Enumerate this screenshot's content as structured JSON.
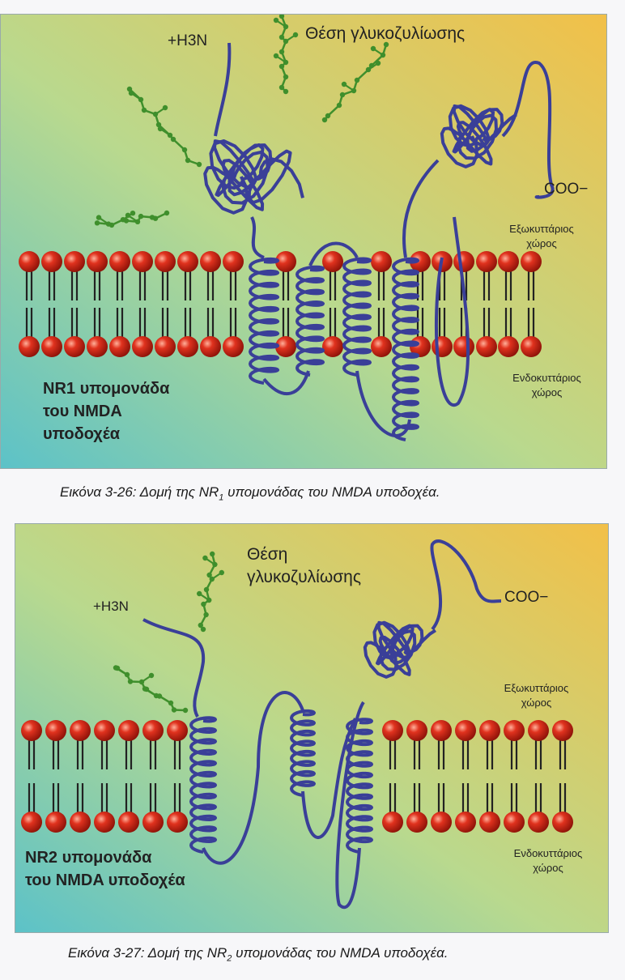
{
  "figure1": {
    "n_label": "+H3N",
    "c_label": "COO−",
    "glyco_label": "Θέση γλυκοζυλίωσης",
    "extra_line1": "Εξωκυττάριος",
    "extra_line2": "χώρος",
    "intra_line1": "Ενδοκυττάριος",
    "intra_line2": "χώρος",
    "subunit_line1": "NR1 υπομονάδα",
    "subunit_line2": "του NMDA",
    "subunit_line3": "υποδοχέα",
    "caption_pre": "Εικόνα 3-26: Δομή της NR",
    "caption_sub": "1",
    "caption_post": " υπομονάδας του NMDA υποδοχέα."
  },
  "figure2": {
    "n_label": "+H3N",
    "c_label": "COO−",
    "glyco_line1": "Θέση",
    "glyco_line2": "γλυκοζυλίωσης",
    "extra_line1": "Εξωκυττάριος",
    "extra_line2": "χώρος",
    "intra_line1": "Ενδοκυττάριος",
    "intra_line2": "χώρος",
    "subunit_line1": "NR2 υπομονάδα",
    "subunit_line2": "του NMDA υποδοχέα",
    "caption_pre": "Εικόνα 3-27: Δομή της NR",
    "caption_sub": "2",
    "caption_post": " υπομονάδας του NMDA υποδοχέα."
  },
  "colors": {
    "protein": "#3a3f98",
    "glycan": "#3f8f2c",
    "lipid_head": "#d42a1c",
    "lipid_tail": "#222222",
    "bg_left": "#5fc3c9",
    "bg_right": "#f1c04a"
  }
}
